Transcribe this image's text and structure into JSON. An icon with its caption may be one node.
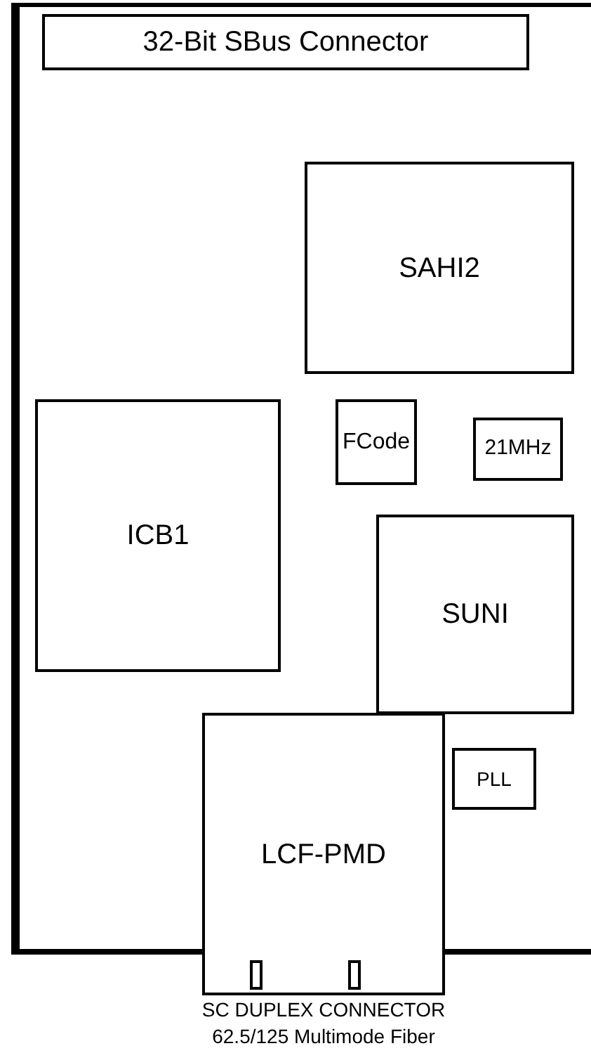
{
  "diagram": {
    "nodes": [
      {
        "text": [],
        "shape": "box"
      },
      {
        "text": [
          "32-Bit SBus Connector"
        ],
        "in": 0
      },
      {
        "text": [
          "SAHI2"
        ],
        "in": 0
      },
      {
        "text": [
          "ICB1"
        ],
        "in": 0
      },
      {
        "text": [
          "FCode"
        ],
        "in": 0
      },
      {
        "text": [
          "21MHz"
        ],
        "in": 0
      },
      {
        "text": [
          "SUNI"
        ],
        "in": 0
      },
      {
        "text": [
          "PLL"
        ],
        "in": 0
      },
      {
        "text": [
          "LCF-PMD"
        ],
        "beside": [
          "SC DUPLEX CONNECTOR",
          "62.5/125 Multimode Fiber"
        ]
      }
    ]
  }
}
